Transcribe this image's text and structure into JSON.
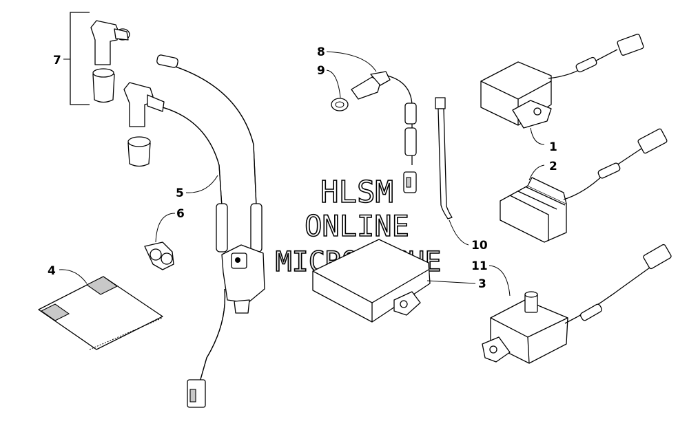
{
  "watermark": {
    "line1": "HLSM",
    "line2": "ONLINE",
    "line3": "MICROFICHE"
  },
  "callouts": [
    {
      "id": "1",
      "part": "cdi-box"
    },
    {
      "id": "2",
      "part": "regulator-rectifier"
    },
    {
      "id": "3",
      "part": "control-module"
    },
    {
      "id": "4",
      "part": "decal-sheet"
    },
    {
      "id": "5",
      "part": "ignition-coil-harness"
    },
    {
      "id": "6",
      "part": "wire-clip"
    },
    {
      "id": "7",
      "part": "spark-plug-cap-set"
    },
    {
      "id": "8",
      "part": "temperature-sensor"
    },
    {
      "id": "9",
      "part": "sensor-washer"
    },
    {
      "id": "10",
      "part": "cable-tie"
    },
    {
      "id": "11",
      "part": "throttle-sensor-module"
    }
  ]
}
